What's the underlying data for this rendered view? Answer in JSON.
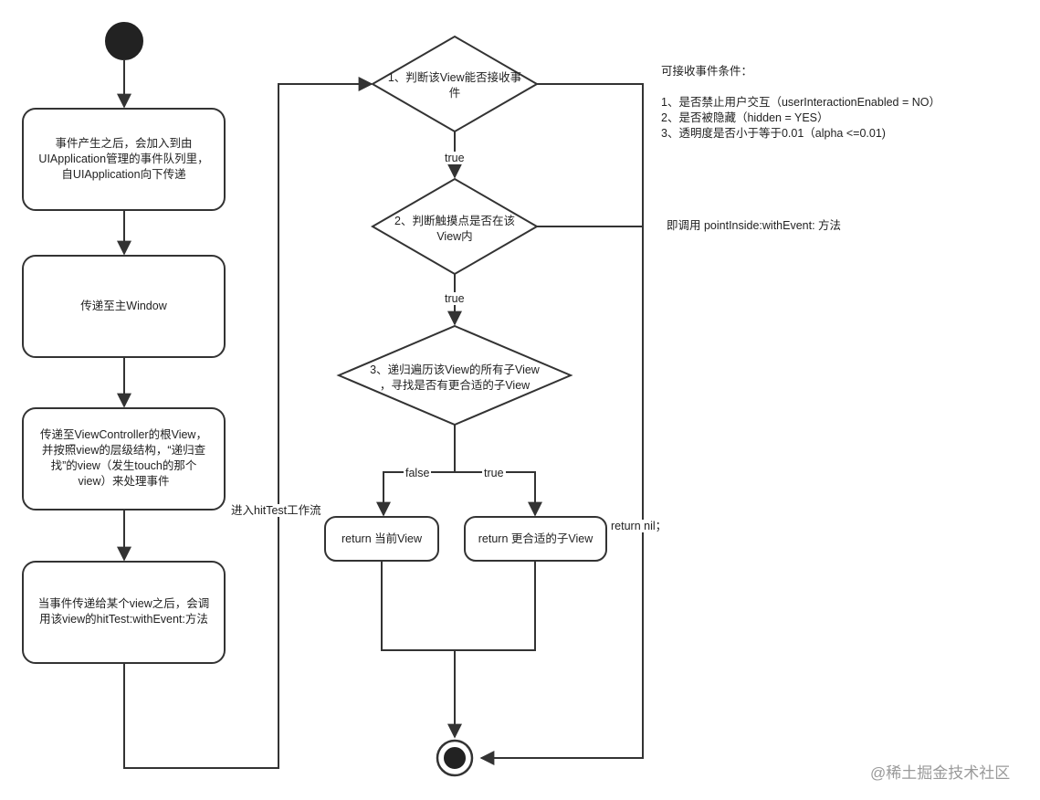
{
  "nodes": {
    "box1": "事件产生之后，会加入到由UIApplication管理的事件队列里，自UIApplication向下传递",
    "box1_lines": [
      "事件产生之后，会加入到由",
      "UIApplication管理的事件队列里，",
      "自UIApplication向下传递"
    ],
    "box2": "传递至主Window",
    "box3_lines": [
      "传递至ViewController的根View，",
      "并按照view的层级结构，“递归查",
      "找”的view（发生touch的那个",
      "view）来处理事件"
    ],
    "box4_lines": [
      "当事件传递给某个view之后，会调",
      "用该view的hitTest:withEvent:方法"
    ],
    "diamond1_lines": [
      "1、判断该View能否接收事",
      "件"
    ],
    "diamond2_lines": [
      "2、判断触摸点是否在该",
      "View内"
    ],
    "diamond3_lines": [
      "3、递归遍历该View的所有子View",
      "，寻找是否有更合适的子View"
    ],
    "return_current": "return 当前View",
    "return_child": "return 更合适的子View"
  },
  "edges": {
    "enter_hittest": "进入hitTest工作流",
    "true1": "true",
    "true2": "true",
    "false3": "false",
    "true3": "true",
    "return_nil": "return nil；"
  },
  "notes": {
    "conditions_title": "可接收事件条件：",
    "conditions": [
      "1、是否禁止用户交互（userInteractionEnabled = NO）",
      "2、是否被隐藏（hidden = YES）",
      "3、透明度是否小于等于0.01（alpha <=0.01)"
    ],
    "point_inside": "即调用 pointInside:withEvent: 方法"
  },
  "watermark": "@稀土掘金技术社区",
  "colors": {
    "stroke": "#333333",
    "start_fill": "#222222"
  }
}
